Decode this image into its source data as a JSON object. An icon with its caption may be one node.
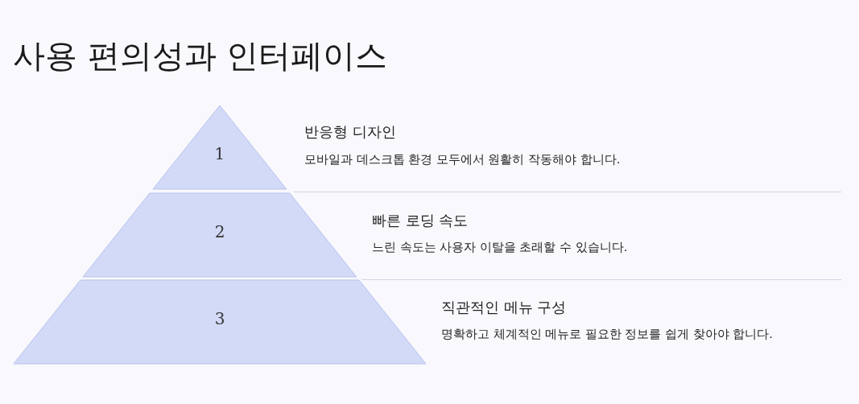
{
  "diagram": {
    "title": "사용 편의성과 인터페이스",
    "nodes": [
      {
        "text": [
          "1"
        ],
        "beside": [
          "반응형 디자인",
          "모바일과 데스크톱 환경 모두에서 원활히 작동해야 합니다."
        ]
      },
      {
        "text": [
          "2"
        ],
        "beside": [
          "빠른 로딩 속도",
          "느린 속도는 사용자 이탈을 초래할 수 있습니다."
        ]
      },
      {
        "text": [
          "3"
        ],
        "beside": [
          "직관적인 메뉴 구성",
          "명확하고 체계적인 메뉴로 필요한 정보를 쉽게 찾아야 합니다."
        ]
      }
    ]
  }
}
